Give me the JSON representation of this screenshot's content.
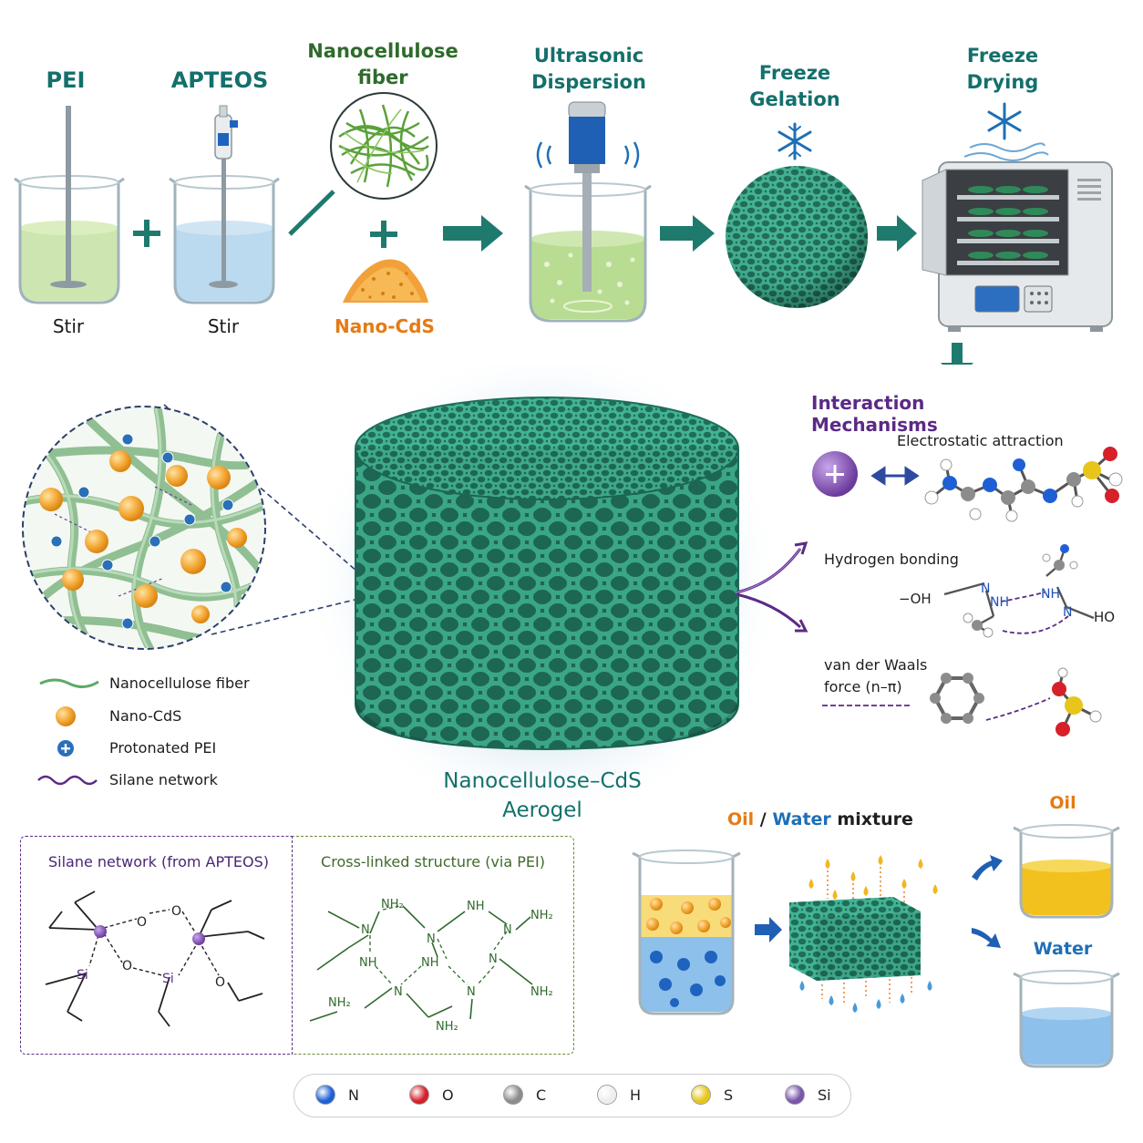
{
  "process": {
    "pei": "PEI",
    "apteos": "APTEOS",
    "nanocellulose_line1": "Nanocellulose",
    "nanocellulose_line2": "fiber",
    "ultrasonic_line1": "Ultrasonic",
    "ultrasonic_line2": "Dispersion",
    "freeze_gel_line1": "Freeze",
    "freeze_gel_line2": "Gelation",
    "freeze_dry_line1": "Freeze",
    "freeze_dry_line2": "Drying",
    "stir1": "Stir",
    "stir2": "Stir",
    "nano_cds": "Nano-CdS"
  },
  "aerogel": {
    "line1": "Nanocellulose–CdS",
    "line2": "Aerogel"
  },
  "legend": {
    "fiber": "Nanocellulose fiber",
    "cds": "Nano-CdS",
    "pei": "Protonated PEI",
    "silane": "Silane network"
  },
  "mechanisms": {
    "title": "Interaction Mechanisms",
    "electrostatic": "Electrostatic attraction",
    "hbond": "Hydrogen bonding",
    "vdw_line1": "van der Waals",
    "vdw_line2": "force (n–π)",
    "oh": "−OH",
    "nh_a": "NH",
    "nh_b": "NH",
    "n_a": "N",
    "n_b": "N",
    "ho": "HO"
  },
  "separation": {
    "oil": "Oil",
    "slash": " / ",
    "water": "Water",
    "mixture": " mixture",
    "oil_out": "Oil",
    "water_out": "Water"
  },
  "boxes": {
    "silane_title": "Silane network (from APTEOS)",
    "crosslink_title": "Cross-linked structure (via PEI)",
    "o1": "O",
    "o2": "O",
    "o3": "O",
    "o4": "O",
    "si1": "Si",
    "si2": "Si",
    "nh2_1": "NH₂",
    "nh_1": "NH",
    "nh2_2": "NH₂",
    "n_1": "N",
    "n_2": "N",
    "n_3": "N",
    "nh_2": "NH",
    "nh_3": "NH",
    "n_4": "N",
    "n_5": "N",
    "n_6": "N",
    "nh2_3": "NH₂",
    "nh2_4": "NH₂",
    "nh2_5": "NH₂"
  },
  "elements": [
    {
      "symbol": "N",
      "color": "#1f5fd6"
    },
    {
      "symbol": "O",
      "color": "#d6202a"
    },
    {
      "symbol": "C",
      "color": "#8c8c8c"
    },
    {
      "symbol": "H",
      "color": "#eeeeee"
    },
    {
      "symbol": "S",
      "color": "#e8c51a"
    },
    {
      "symbol": "Si",
      "color": "#7a55a8"
    }
  ],
  "colors": {
    "teal": "#13706c",
    "aerogel": "#2e9a7f",
    "orange": "#e57b14",
    "purple": "#5b2a86",
    "blue": "#1f6fb5"
  }
}
